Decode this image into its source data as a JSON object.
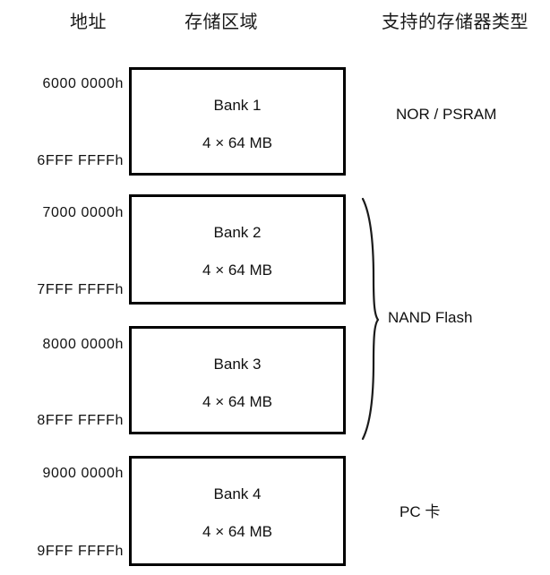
{
  "headers": {
    "address": "地址",
    "region": "存储区域",
    "memory_type": "支持的存储器类型"
  },
  "banks": [
    {
      "name": "Bank 1",
      "size": "4 × 64 MB",
      "start_address": "6000 0000h",
      "end_address": "6FFF FFFFh",
      "memory_type": "NOR / PSRAM"
    },
    {
      "name": "Bank 2",
      "size": "4 × 64 MB",
      "start_address": "7000 0000h",
      "end_address": "7FFF FFFFh",
      "memory_type": "NAND Flash"
    },
    {
      "name": "Bank 3",
      "size": "4 × 64 MB",
      "start_address": "8000 0000h",
      "end_address": "8FFF FFFFh",
      "memory_type": "NAND Flash"
    },
    {
      "name": "Bank 4",
      "size": "4 × 64 MB",
      "start_address": "9000 0000h",
      "end_address": "9FFF FFFFh",
      "memory_type": "PC 卡"
    }
  ],
  "memory_type_labels": {
    "nor_psram": "NOR / PSRAM",
    "nand_flash": "NAND Flash",
    "pc_card_prefix": "PC ",
    "pc_card_cjk": "卡"
  },
  "colors": {
    "box_border": "#000000",
    "text": "#111111",
    "header_text": "#1a1a1a",
    "background": "#ffffff",
    "brace_stroke": "#1a1a1a"
  }
}
